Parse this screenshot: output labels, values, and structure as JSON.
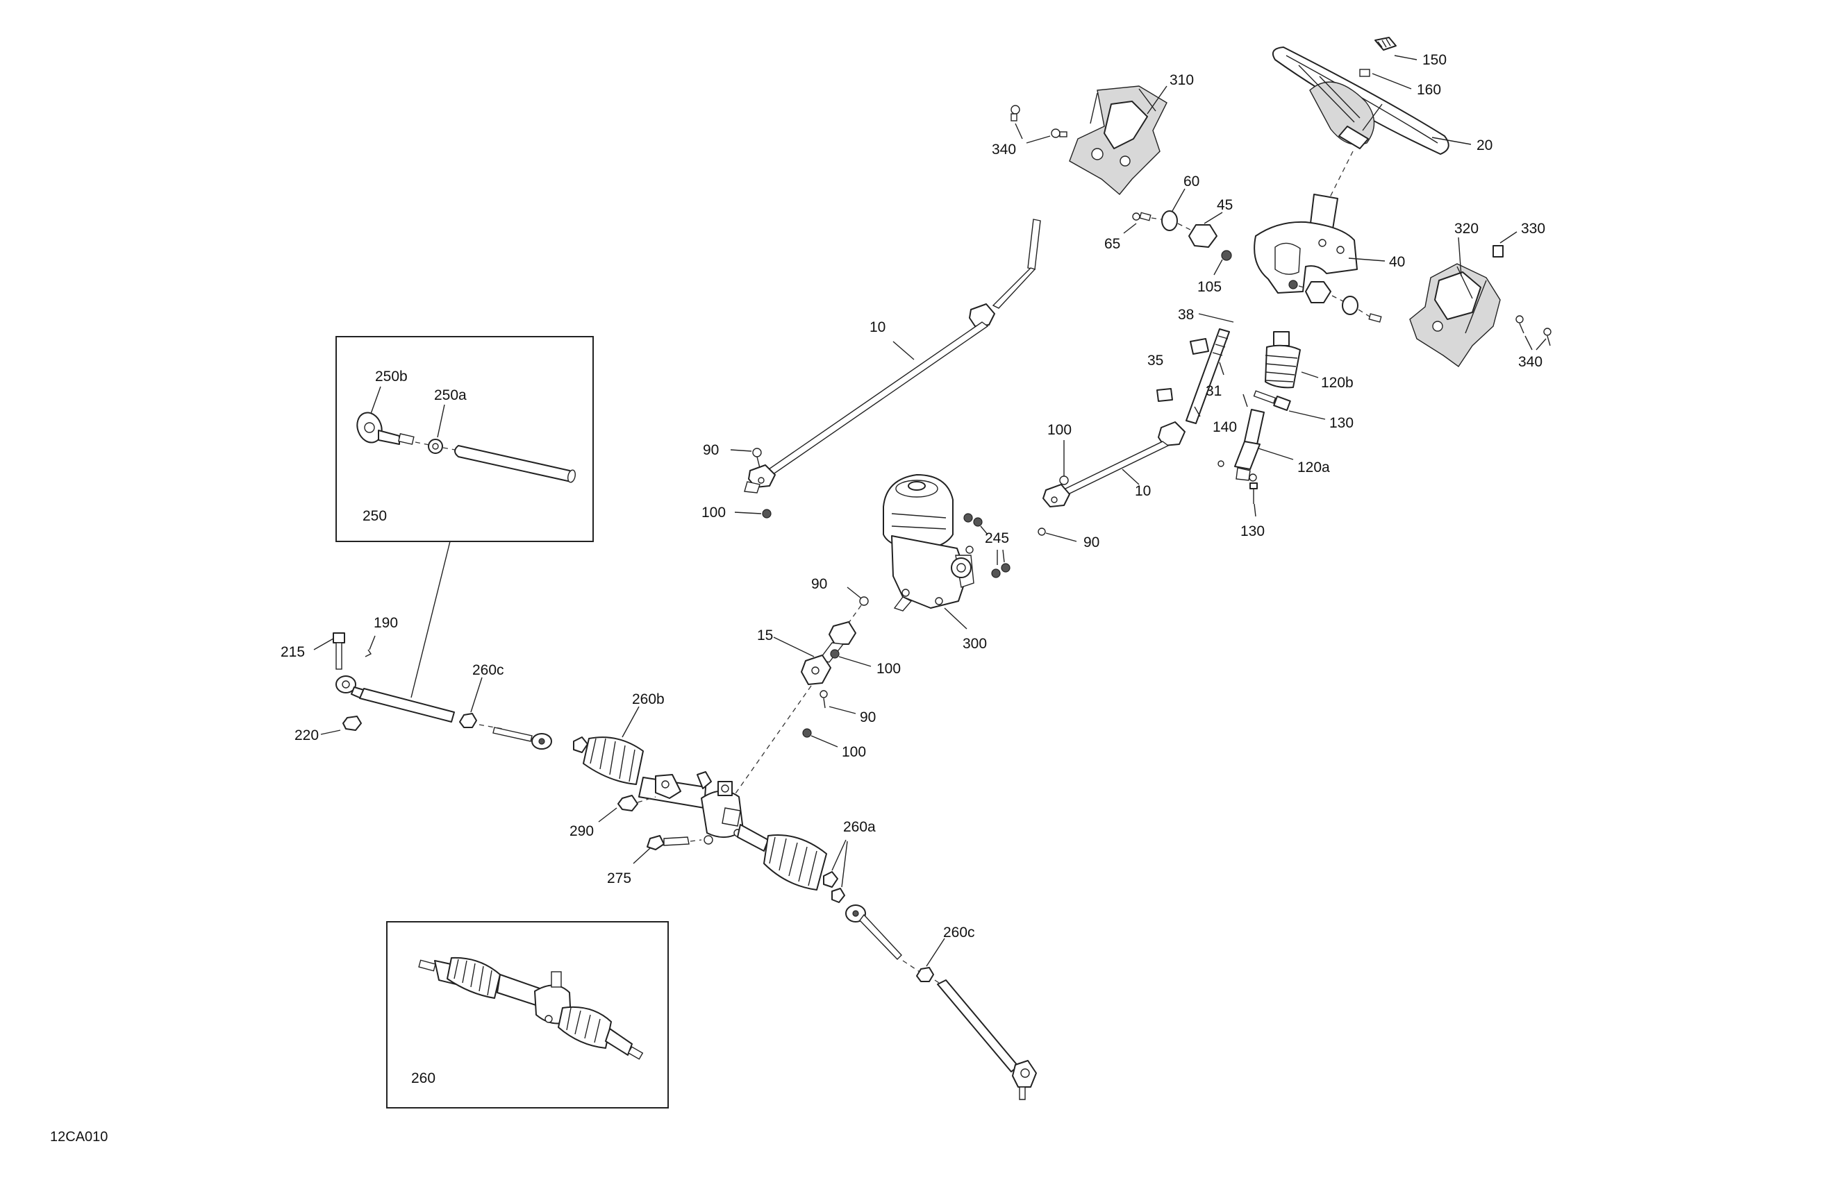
{
  "figure_code": "12CA010",
  "insets": {
    "tie_rod": {
      "label": "250",
      "callouts": {
        "c250b": "250b",
        "c250a": "250a"
      }
    },
    "rack": {
      "label": "260"
    }
  },
  "callouts": {
    "c150": "150",
    "c160": "160",
    "c20": "20",
    "c310": "310",
    "c340_top": "340",
    "c60": "60",
    "c45": "45",
    "c65": "65",
    "c105": "105",
    "c40": "40",
    "c320": "320",
    "c330": "330",
    "c340_right": "340",
    "c38": "38",
    "c35": "35",
    "c31": "31",
    "c120b": "120b",
    "c130_top": "130",
    "c140": "140",
    "c120a": "120a",
    "c130_bottom": "130",
    "c10_upper": "10",
    "c90_upper": "90",
    "c100_upper": "100",
    "c100_mid": "100",
    "c10_lower": "10",
    "c90_right": "90",
    "c245": "245",
    "c300": "300",
    "c90_shaft": "90",
    "c15": "15",
    "c100_shaft": "100",
    "c90_mid": "90",
    "c100_low": "100",
    "c190": "190",
    "c215": "215",
    "c220": "220",
    "c260c_left": "260c",
    "c260b": "260b",
    "c290": "290",
    "c275": "275",
    "c260a": "260a",
    "c260c_right": "260c"
  }
}
